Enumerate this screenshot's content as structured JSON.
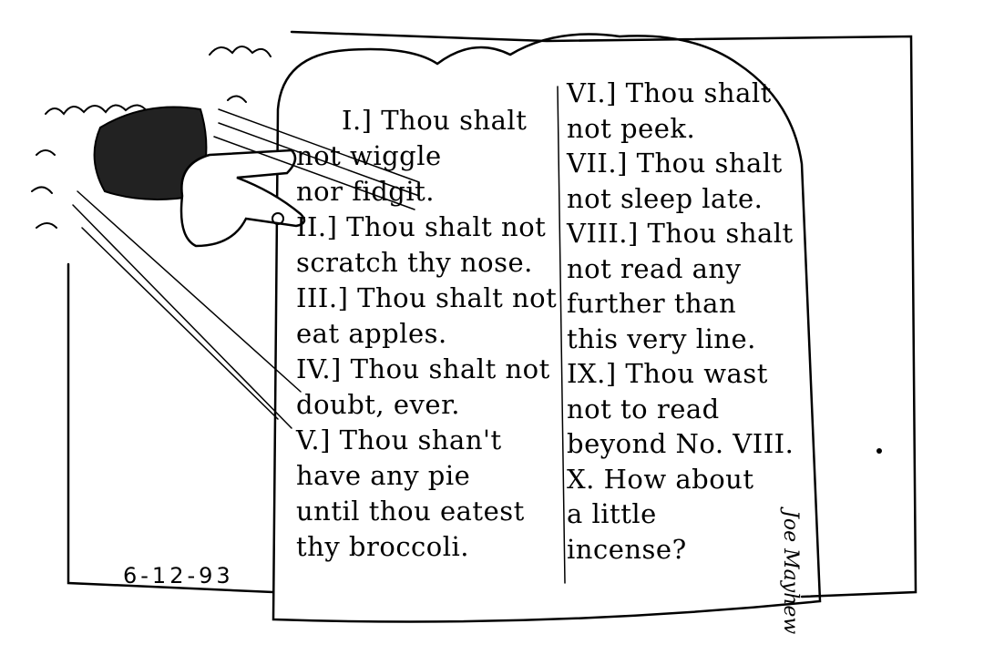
{
  "commandments": {
    "left": [
      "I.] Thou shalt",
      "not wiggle",
      "nor fidgit.",
      "II.] Thou shalt not",
      "scratch thy nose.",
      "III.] Thou shalt not",
      "eat apples.",
      "IV.] Thou shalt not",
      "doubt, ever.",
      "V.] Thou shan't",
      "have any pie",
      "until thou eatest",
      "thy broccoli."
    ],
    "right": [
      "VI.] Thou shalt",
      "not peek.",
      "VII.] Thou shalt",
      "not sleep late.",
      "VIII.] Thou shalt",
      "not read any",
      "further than",
      "this very line.",
      "IX.] Thou wast",
      "not to read",
      "beyond No. VIII.",
      "X. How about",
      "a little",
      "incense?"
    ]
  },
  "date": "6-12-93",
  "signature": "Joe Mayhew"
}
